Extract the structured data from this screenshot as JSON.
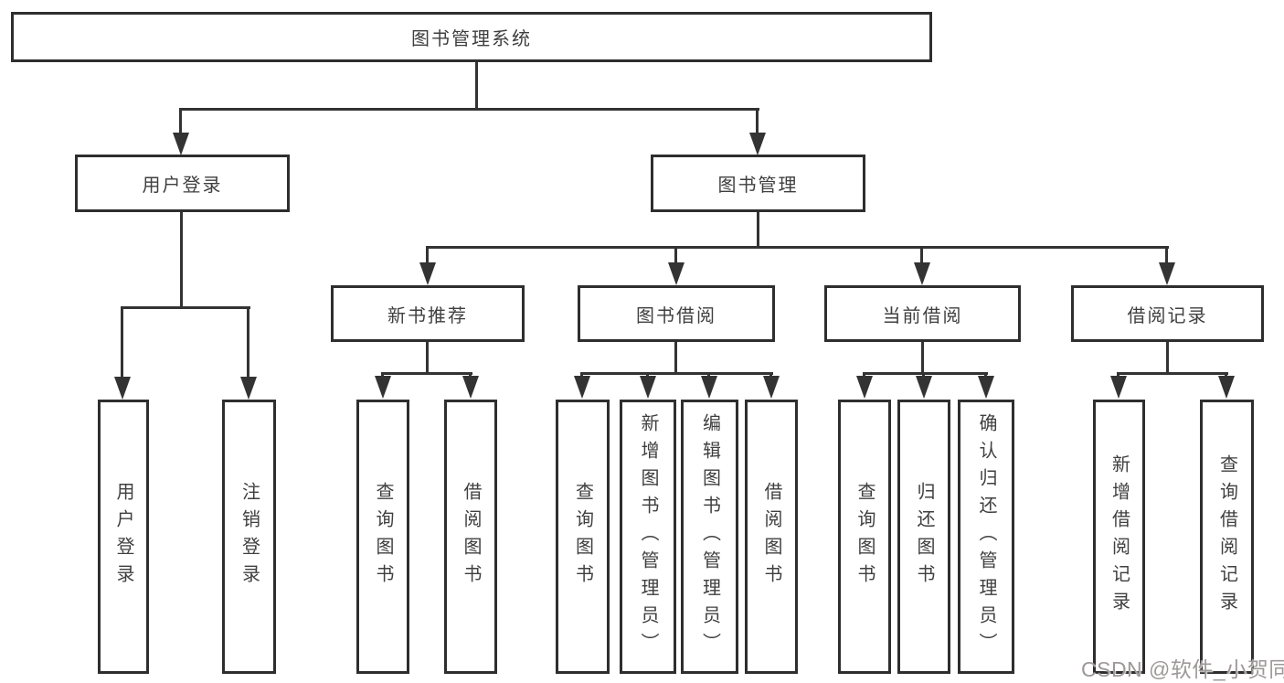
{
  "diagram": {
    "title": "图书管理系统",
    "root": {
      "label": "图书管理系统"
    },
    "branches": [
      {
        "label": "用户登录",
        "children": [
          {
            "label": "用户登录"
          },
          {
            "label": "注销登录"
          }
        ]
      },
      {
        "label": "图书管理",
        "sections": [
          {
            "label": "新书推荐",
            "children": [
              {
                "label": "查询图书"
              },
              {
                "label": "借阅图书"
              }
            ]
          },
          {
            "label": "图书借阅",
            "children": [
              {
                "label": "查询图书"
              },
              {
                "label": "新增图书（管理员）"
              },
              {
                "label": "编辑图书（管理员）"
              },
              {
                "label": "借阅图书"
              }
            ]
          },
          {
            "label": "当前借阅",
            "children": [
              {
                "label": "查询图书"
              },
              {
                "label": "归还图书"
              },
              {
                "label": "确认归还（管理员）"
              }
            ]
          },
          {
            "label": "借阅记录",
            "children": [
              {
                "label": "新增借阅记录"
              },
              {
                "label": "查询借阅记录"
              }
            ]
          }
        ]
      }
    ]
  },
  "watermark": {
    "text": "CSDN @软件_小贺同学"
  },
  "colors": {
    "line": "#333333",
    "text": "#3f3f3f",
    "background": "#ffffff",
    "watermark": "#9e9898"
  }
}
